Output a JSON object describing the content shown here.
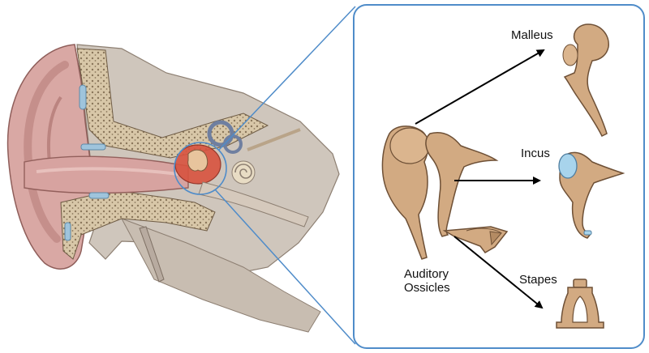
{
  "labels": {
    "malleus": "Malleus",
    "incus": "Incus",
    "stapes": "Stapes",
    "ossicles_line1": "Auditory",
    "ossicles_line2": "Ossicles"
  },
  "colors": {
    "bone": "#d2aa82",
    "bone_shadow": "#a9815d",
    "bone_outline": "#6e5036",
    "skin": "#d9a8a4",
    "skin_dark": "#b77f7c",
    "mastoid": "#cdbb9e",
    "mastoid_dot": "#7d6a52",
    "frame": "#4f8cc9",
    "cartilage_blue": "#9fc4dc",
    "middle_ear_red": "#d8533f",
    "incus_blue": "#a8d4ec"
  },
  "icons": {
    "ear_anatomy": "ear-cross-section-illustration",
    "malleus": "malleus-bone",
    "incus": "incus-bone",
    "stapes": "stapes-bone",
    "ossicle_chain": "ossicle-chain"
  }
}
